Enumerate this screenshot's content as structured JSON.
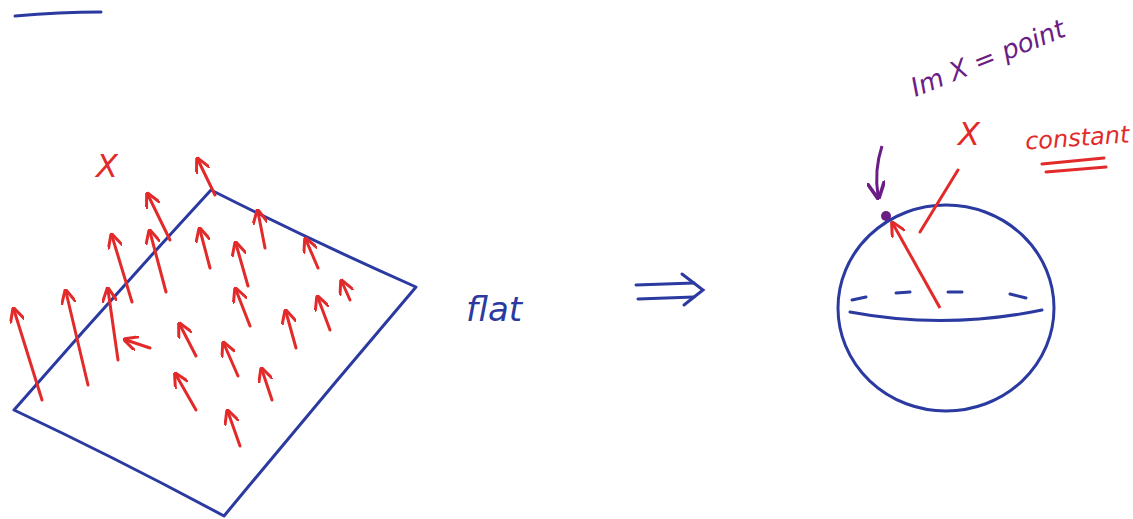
{
  "diagram": {
    "labels": [
      "X",
      "flat",
      "Im X = point",
      "X",
      "constant"
    ]
  }
}
